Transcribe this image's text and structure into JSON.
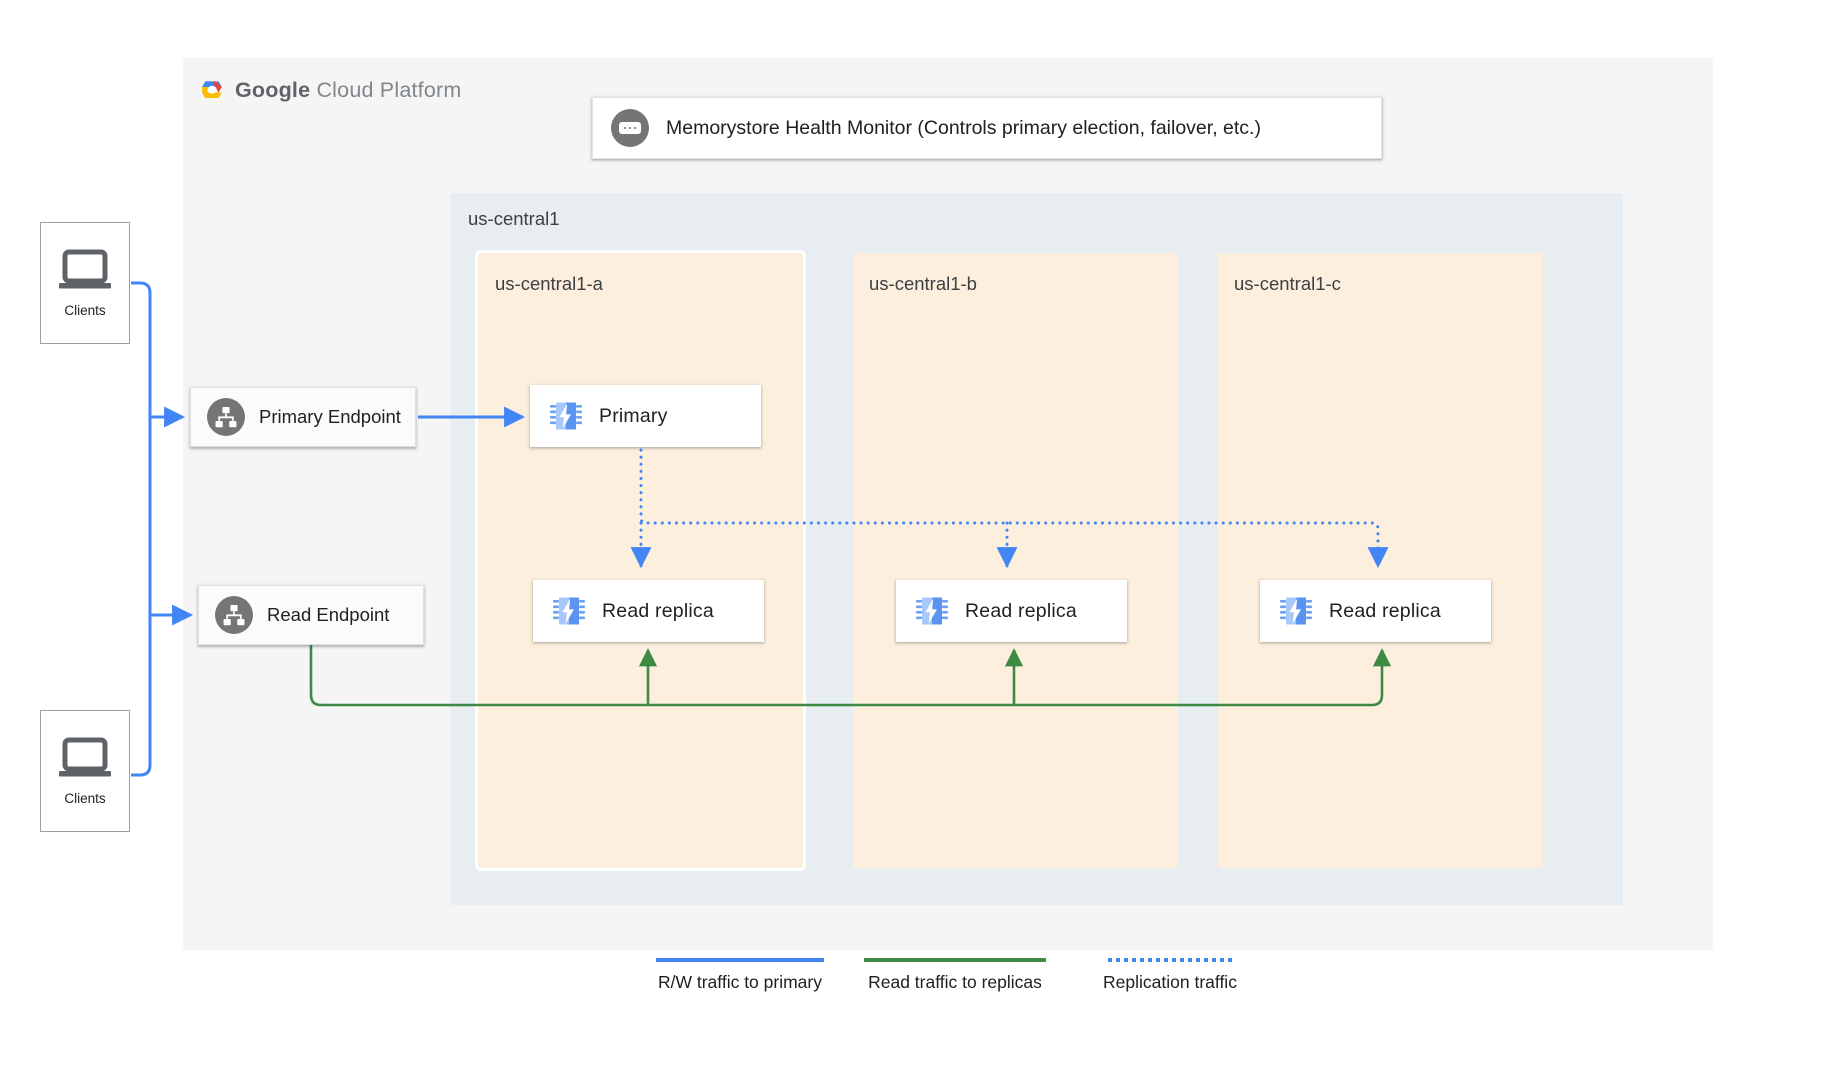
{
  "platform": {
    "brand_primary": "Google",
    "brand_secondary": "Cloud Platform",
    "logo_icon": "google-cloud-hexagon-logo"
  },
  "health_monitor": {
    "icon": "health-monitor-icon",
    "label": "Memorystore Health Monitor (Controls primary election, failover, etc.)"
  },
  "region": {
    "label": "us-central1",
    "background_color": "#e8edf1"
  },
  "zones": [
    {
      "label": "us-central1-a",
      "background_color": "#fdefdd"
    },
    {
      "label": "us-central1-b",
      "background_color": "#fdefdd"
    },
    {
      "label": "us-central1-c",
      "background_color": "#fdefdd"
    }
  ],
  "nodes": {
    "primary": {
      "label": "Primary",
      "icon": "memorystore-chip-icon",
      "zone": "us-central1-a"
    },
    "replica_a": {
      "label": "Read replica",
      "icon": "memorystore-chip-icon",
      "zone": "us-central1-a"
    },
    "replica_b": {
      "label": "Read replica",
      "icon": "memorystore-chip-icon",
      "zone": "us-central1-b"
    },
    "replica_c": {
      "label": "Read replica",
      "icon": "memorystore-chip-icon",
      "zone": "us-central1-c"
    }
  },
  "endpoints": {
    "primary": {
      "label": "Primary Endpoint",
      "icon": "network-hierarchy-icon"
    },
    "read": {
      "label": "Read Endpoint",
      "icon": "network-hierarchy-icon"
    }
  },
  "clients": [
    {
      "label": "Clients",
      "icon": "laptop-icon"
    },
    {
      "label": "Clients",
      "icon": "laptop-icon"
    }
  ],
  "legend": [
    {
      "label": "R/W traffic to primary",
      "color": "#4285f4",
      "style": "solid"
    },
    {
      "label": "Read traffic to replicas",
      "color": "#3c8a43",
      "style": "solid"
    },
    {
      "label": "Replication traffic",
      "color": "#4285f4",
      "style": "dotted"
    }
  ],
  "colors": {
    "traffic_rw": "#4285f4",
    "traffic_read": "#3c8a43",
    "traffic_replication": "#4285f4",
    "panel": "#f5f5f5",
    "region": "#e8edf1",
    "zone": "#fdefdd",
    "icon_grey": "#757575"
  }
}
